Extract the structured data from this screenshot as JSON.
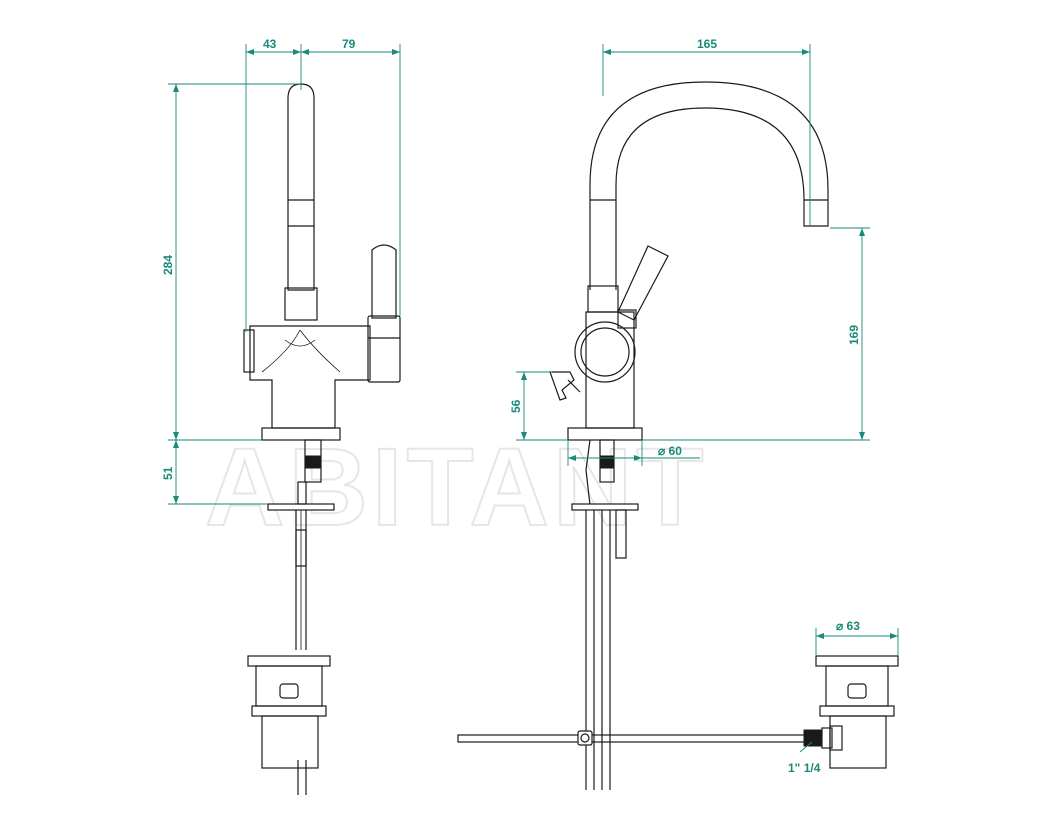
{
  "watermark": "ABITANT",
  "front_view": {
    "dim_top_left": "43",
    "dim_top_right": "79",
    "dim_height_total": "284",
    "dim_height_below": "51"
  },
  "side_view": {
    "dim_spout_reach": "165",
    "dim_spout_height": "169",
    "dim_lever_height": "56",
    "dim_base_diameter": "⌀ 60"
  },
  "drain": {
    "dim_flange_diameter": "⌀ 63",
    "thread_size": "1\" 1/4"
  },
  "colors": {
    "line": "#1a1a1a",
    "dimension": "#1a8a7a",
    "watermark": "#e6e6e6"
  }
}
